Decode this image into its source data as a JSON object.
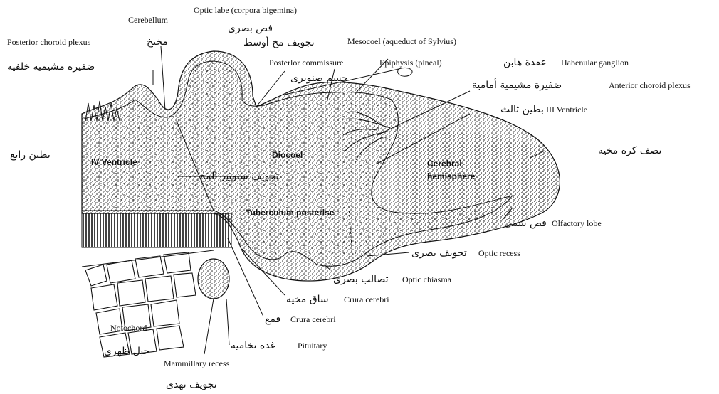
{
  "labels": {
    "cerebellum_en": "Cerebellum",
    "cerebellum_ar": "مخيخ",
    "optic_lobe_en": "Optic labe (corpora bigemina)",
    "optic_lobe_ar": "فص بصرى",
    "mesocoel_en": "Mesocoel (aqueduct of Sylvius)",
    "mesocoel_ar": "تجويف مخ أوسط",
    "post_choroid_en": "Posterior choroid plexus",
    "post_choroid_ar": "ضفيرة مشيمية خلفية",
    "post_commissure_en": "Posterlor commissure",
    "epiphysis_en": "Epiphysis (pineal)",
    "epiphysis_ar": "جسم صنوبرى",
    "habenular_en": "Habenular ganglion",
    "habenular_ar": "عقدة هابن",
    "ant_choroid_en": "Anterior choroid plexus",
    "ant_choroid_ar": "ضفيرة مشيمية أمامية",
    "third_ventricle_en": "III Ventricle",
    "third_ventricle_ar": "بطين ثالث",
    "hemisphere_ar": "نصف كره مخية",
    "fourth_ventricle_ar": "بطين رابع",
    "fourth_ventricle_inner": "IV Ventricle",
    "diocoel_inner": "Diocoel",
    "diocoel_ar": "تجويف سنويير المخ",
    "cerebral_inner": "Cerebral",
    "hemisphere_inner": "hemisphere",
    "tuberculum_inner": "Tuberculum posterlse",
    "olfactory_en": "Olfactory lobe",
    "olfactory_ar": "فص شمى",
    "optic_recess_en": "Optic recess",
    "optic_recess_ar": "تجويف بصرى",
    "optic_chiasma_en": "Optic chiasma",
    "optic_chiasma_ar": "تصالب بصرى",
    "crura1_en": "Crura cerebri",
    "crura1_ar": "ساق مخيه",
    "crura2_en": "Crura cerebri",
    "crura2_ar": "قمع",
    "notochord_en": "Notochord",
    "notochord_ar": "حبل ظهرى",
    "pituitary_en": "Pituitary",
    "pituitary_ar": "غدة نخامية",
    "mammillary_en": "Mammillary recess",
    "mammillary_ar": "تجويف نهدى"
  }
}
